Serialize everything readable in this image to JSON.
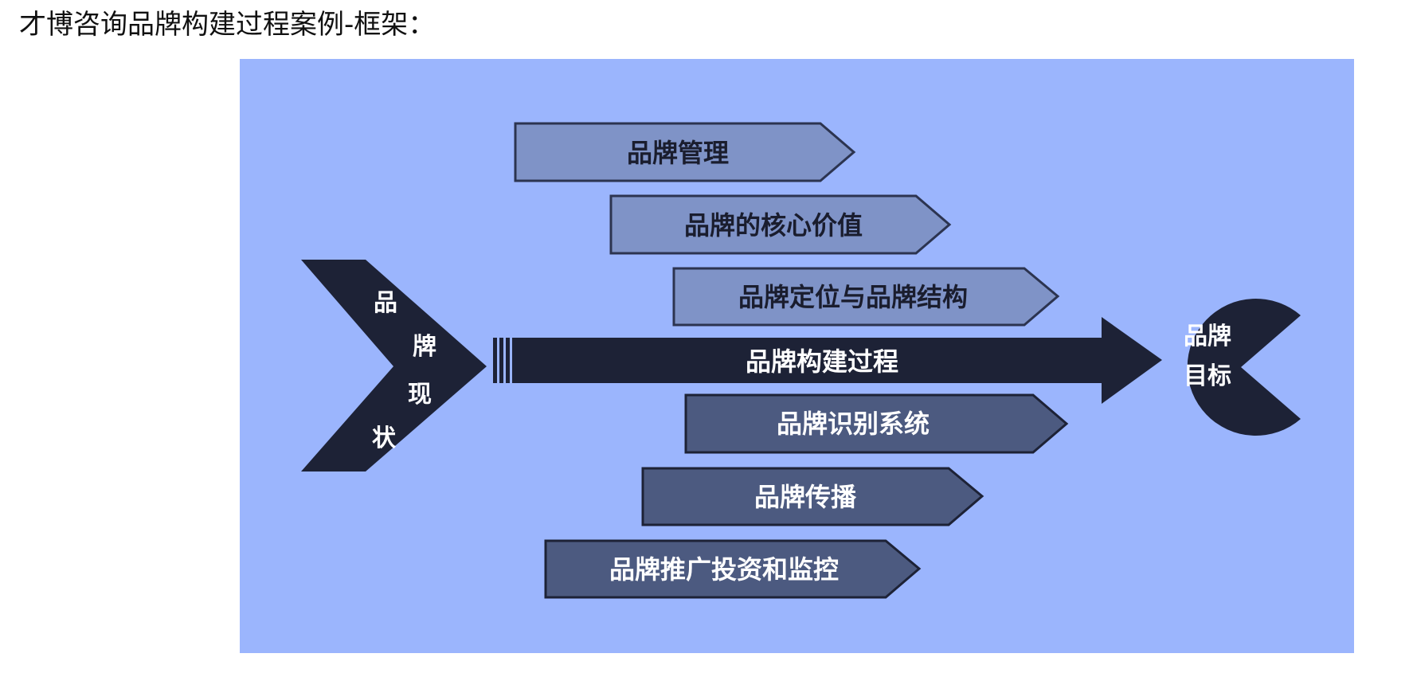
{
  "page": {
    "title": "才博咨询品牌构建过程案例-框架："
  },
  "diagram": {
    "current_state": {
      "chars": [
        "品",
        "牌",
        "现",
        "状"
      ]
    },
    "main_process": "品牌构建过程",
    "goal": {
      "line1": "品牌",
      "line2": "目标"
    },
    "upper_steps": [
      "品牌管理",
      "品牌的核心价值",
      "品牌定位与品牌结构"
    ],
    "lower_steps": [
      "品牌识别系统",
      "品牌传播",
      "品牌推广投资和监控"
    ],
    "colors": {
      "background": "#9bb5fd",
      "light_arrow": "#7f93c7",
      "dark_arrow": "#4c5a80",
      "main_arrow": "#1d2236"
    }
  }
}
